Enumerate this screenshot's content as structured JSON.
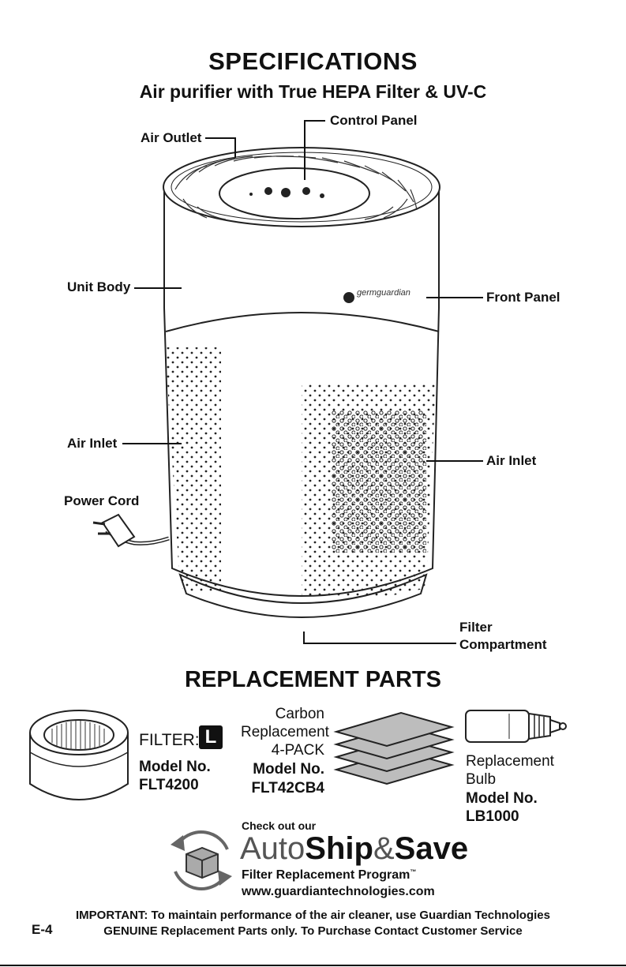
{
  "header": {
    "title": "SPECIFICATIONS",
    "subtitle": "Air purifier with True HEPA Filter & UV-C"
  },
  "product_labels": {
    "control_panel": "Control Panel",
    "air_outlet": "Air Outlet",
    "unit_body": "Unit Body",
    "front_panel": "Front Panel",
    "air_inlet_left": "Air Inlet",
    "air_inlet_right": "Air Inlet",
    "power_cord": "Power Cord",
    "filter_line1": "Filter",
    "filter_line2": "Compartment",
    "brand": "germguardian"
  },
  "replacement": {
    "section_title": "REPLACEMENT PARTS",
    "filter": {
      "label": "FILTER:",
      "badge": "L",
      "model_label": "Model No.",
      "model": "FLT4200"
    },
    "carbon": {
      "line1": "Carbon",
      "line2": "Replacement",
      "line3": "4-PACK",
      "model_label": "Model No.",
      "model": "FLT42CB4"
    },
    "bulb": {
      "line1": "Replacement",
      "line2": "Bulb",
      "model_label": "Model No.",
      "model": "LB1000"
    }
  },
  "autoship": {
    "intro": "Check out our",
    "auto": "Auto",
    "ship": "Ship",
    "amp": "&",
    "save": "Save",
    "program": "Filter Replacement Program",
    "tm": "™",
    "url": "www.guardiantechnologies.com"
  },
  "footer": {
    "important_line1": "IMPORTANT: To maintain performance of the air cleaner, use Guardian Technologies",
    "important_line2": "GENUINE Replacement Parts only. To Purchase Contact Customer Service",
    "page_number": "E-4"
  }
}
